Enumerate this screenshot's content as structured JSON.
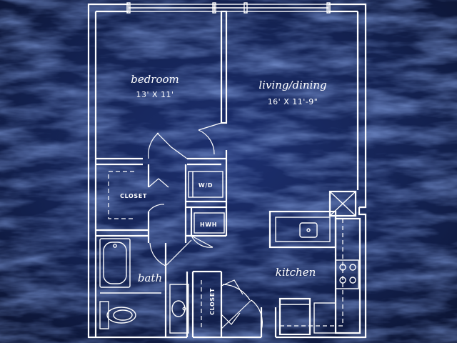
{
  "colors": {
    "background": "#101a3c",
    "texture": "#27407f",
    "lines": "#ffffff"
  },
  "rooms": {
    "bedroom": {
      "name": "bedroom",
      "dims": "13' X 11'"
    },
    "living": {
      "name": "living/dining",
      "dims": "16' X 11'-9\""
    },
    "bath": {
      "name": "bath"
    },
    "kitchen": {
      "name": "kitchen"
    }
  },
  "labels": {
    "bedroom_closet": "CLOSET",
    "washer_dryer": "W/D",
    "water_heater": "HWH",
    "hall_closet": "CLOSET"
  }
}
